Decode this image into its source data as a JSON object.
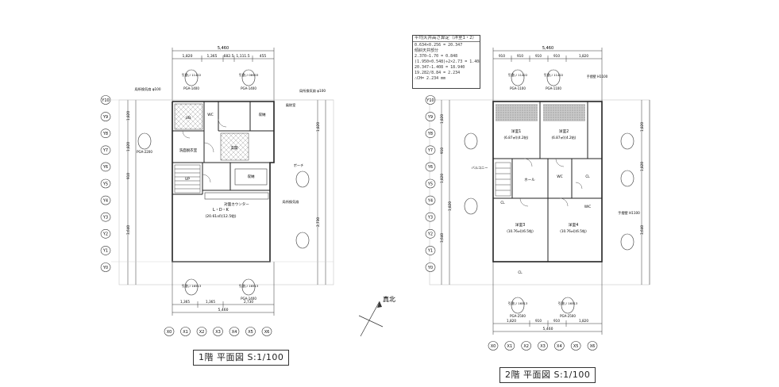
{
  "floor1": {
    "caption": "1階 平面図 S:1/100",
    "overall_dim": "5,460",
    "top_dims": [
      "1,820",
      "1,365",
      "682.5",
      "1,111.5",
      "455"
    ],
    "bottom_dims_row1": [
      "1,365",
      "1,365",
      "2,730"
    ],
    "bottom_dims_row2": "5,460",
    "axis_x": [
      "X0",
      "X1",
      "X2",
      "X3",
      "X4",
      "X5",
      "X6"
    ],
    "axis_y": [
      "Y10",
      "Y9",
      "Y8",
      "Y7",
      "Y6",
      "Y5",
      "Y4",
      "Y3",
      "Y2",
      "Y1",
      "Y0"
    ],
    "left_dims": [
      "1,820",
      "1,820",
      "910",
      "3,640"
    ],
    "right_dims": [
      "1,820",
      "2,730"
    ],
    "rooms": {
      "ldk_name": "L・D・K",
      "ldk_area": "(20.61㎡)(12.5帖)",
      "entrance": "玄関",
      "ub": "UB",
      "toilet": "WC",
      "storage": "収納",
      "wash": "洗面脱衣室",
      "stairs": "UP",
      "kitchen_counter": "対面カウンター",
      "pantry": "収納"
    },
    "labels": {
      "kitchen_vent": "局所換気扇",
      "vent_left": "局所換気扇 φ100",
      "vent_right": "局所換気扇 φ100",
      "porch": "ポーチ",
      "alt_note": "風除室",
      "north_text": "真北",
      "window_codes": [
        "PGA-1400",
        "PGA-2200",
        "PGA-1400",
        "PGA-1400"
      ],
      "top_window_labels": [
        "引違い 11422",
        "引違い 06903"
      ],
      "bottom_window_labels": [
        "引違い 16513",
        "引違い 16513"
      ]
    }
  },
  "floor2": {
    "caption": "2階 平面図 S:1/100",
    "overall_dim": "5,460",
    "top_dims": [
      "910",
      "910",
      "910",
      "910",
      "1,820"
    ],
    "bottom_dims": [
      "1,820",
      "910",
      "910",
      "1,820"
    ],
    "bottom_total": "5,460",
    "axis_x": [
      "X0",
      "X1",
      "X2",
      "X3",
      "X4",
      "X5",
      "X6"
    ],
    "axis_y": [
      "Y10",
      "Y9",
      "Y8",
      "Y7",
      "Y6",
      "Y5",
      "Y4",
      "Y3",
      "Y2",
      "Y1",
      "Y0"
    ],
    "left_dims": [
      "1,820",
      "910",
      "1,820",
      "1,820",
      "3,640"
    ],
    "right_dims": [
      "1,820",
      "1,820",
      "3,640"
    ],
    "rooms": {
      "bed1": "洋室1",
      "bed1_area": "(6.87㎡)(4.2帖)",
      "bed2": "洋室2",
      "bed2_area": "(6.87㎡)(4.2帖)",
      "bed3": "洋室3",
      "bed3_area": "(10.76㎡)(6.5帖)",
      "bed4": "洋室4",
      "bed4_area": "(10.76㎡)(6.5帖)",
      "hall": "ホール",
      "wc": "WC",
      "closet_labels": [
        "CL",
        "CL",
        "WIC",
        "CL"
      ],
      "balcony": "バルコニー"
    },
    "labels": {
      "handrail_top": "手摺壁 H1100",
      "handrail_bottom": "手摺壁 H1100",
      "window_codes": [
        "PGA-1100",
        "PGA-1100",
        "PGA-2500",
        "PGA-2500"
      ],
      "top_window_labels": [
        "引違い 11422",
        "引違い 11422"
      ],
      "bottom_window_labels": [
        "引違い 16513",
        "引違い 16513"
      ]
    },
    "note_title": "平均天井高さ算定（洋室1・2）",
    "note_lines": [
      "0.634×0.256   = 20.347",
      "傾斜天井部分",
      "2.370−1.70    = 0.848",
      "(1.950×0.548)÷2×2.73 = 1.408",
      "20.347−1.408  = 18.940",
      "19.282/8.84   = 2.234",
      "∴CH= 2.234 mm"
    ]
  }
}
